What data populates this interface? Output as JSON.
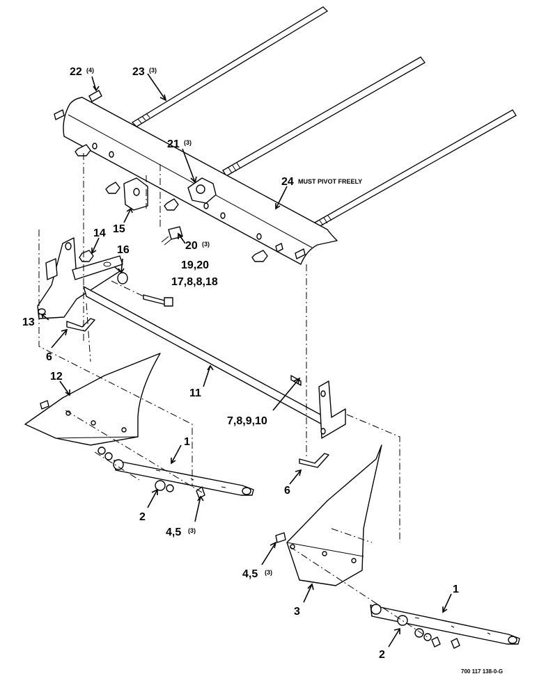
{
  "labels": {
    "l22": "22",
    "l22q": "(4)",
    "l23": "23",
    "l23q": "(3)",
    "l21": "21",
    "l21q": "(3)",
    "l24": "24",
    "l24note": "MUST PIVOT FREELY",
    "l14": "14",
    "l15": "15",
    "l16": "16",
    "l20": "20",
    "l20q": "(3)",
    "l1920": "19,20",
    "l178818": "17,8,8,18",
    "l13": "13",
    "l6a": "6",
    "l12": "12",
    "l11": "11",
    "l78910": "7,8,9,10",
    "l1a": "1",
    "l2a": "2",
    "l45a": "4,5",
    "l45aq": "(3)",
    "l6b": "6",
    "l45b": "4,5",
    "l45bq": "(3)",
    "l3": "3",
    "l1b": "1",
    "l2b": "2",
    "docnum": "700 117 138-0-G"
  }
}
